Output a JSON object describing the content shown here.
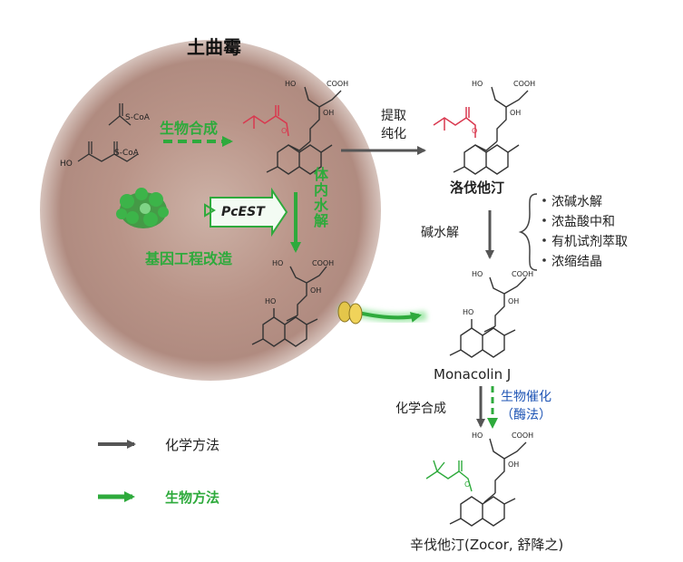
{
  "organism": "土曲霉",
  "precursors": {
    "acetyl": "S-CoA",
    "malonyl": "S-CoA",
    "malonyl_oh": "HO"
  },
  "bio_synthesis": "生物合成",
  "gene": {
    "name": "PcEST",
    "engineering": "基因工程改造"
  },
  "in_vivo_hydrolysis": "体内水解",
  "extraction": {
    "line1": "提取",
    "line2": "纯化"
  },
  "lovastatin": "洛伐他汀",
  "alkali_hydrolysis": "碱水解",
  "process_steps": [
    "浓碱水解",
    "浓盐酸中和",
    "有机试剂萃取",
    "浓缩结晶"
  ],
  "monacolin": "Monacolin J",
  "chemical_synthesis": "化学合成",
  "biocatalysis": {
    "line1": "生物催化",
    "line2": "（酶法）"
  },
  "simvastatin": "辛伐他汀(Zocor, 舒降之)",
  "legend": {
    "chemical": "化学方法",
    "biological": "生物方法"
  },
  "chem_labels": {
    "ho": "HO",
    "cooh": "COOH",
    "oh": "OH",
    "o": "O"
  },
  "colors": {
    "green": "#2eaa3c",
    "gray": "#555555",
    "blue": "#1f55b5",
    "red": "#d9384f",
    "petri": "#b89586"
  }
}
